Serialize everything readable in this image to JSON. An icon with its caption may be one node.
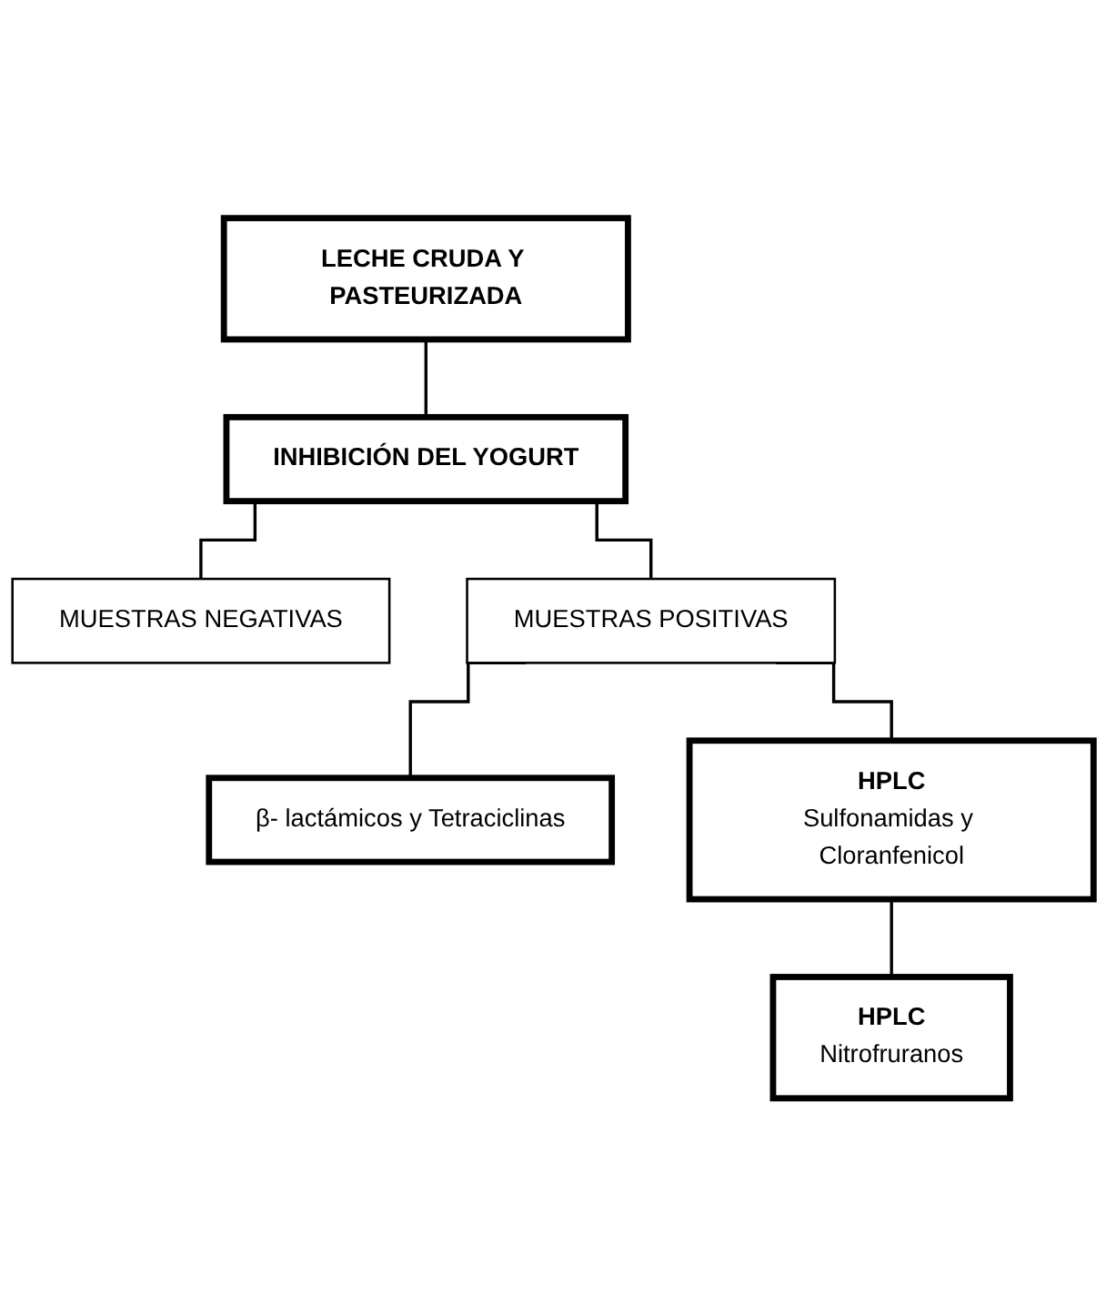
{
  "diagram": {
    "nodes": [
      {
        "text": [
          "LECHE CRUDA Y PASTEURIZADA"
        ]
      },
      {
        "text": [
          "INHIBICIÓN DEL YOGURT"
        ]
      },
      {
        "text": [
          "MUESTRAS NEGATIVAS"
        ]
      },
      {
        "text": [
          "MUESTRAS POSITIVAS"
        ]
      },
      {
        "text": [
          "β- lactámicos y Tetraciclinas"
        ]
      },
      {
        "text": [
          "HPLC",
          "Sulfonamidas y Cloranfenicol"
        ]
      },
      {
        "text": [
          "HPLC",
          "Nitrofruranos"
        ]
      }
    ],
    "edges": [
      {
        "from": 0,
        "to": 1,
        "arrow": "none"
      },
      {
        "from": 1,
        "to": 2,
        "arrow": "none"
      },
      {
        "from": 1,
        "to": 3,
        "arrow": "none"
      },
      {
        "from": 3,
        "to": 4,
        "arrow": "none"
      },
      {
        "from": 3,
        "to": 5,
        "arrow": "none"
      },
      {
        "from": 5,
        "to": 6,
        "arrow": "none"
      }
    ]
  }
}
